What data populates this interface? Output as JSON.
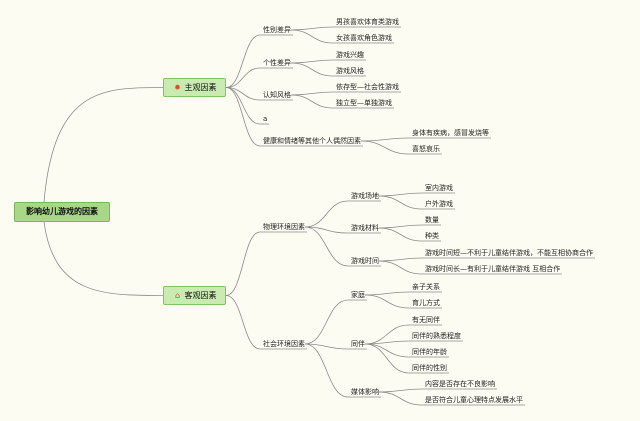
{
  "root": {
    "label": "影响幼儿游戏的因素"
  },
  "subjective": {
    "label": "主观因素",
    "icon": "fire-icon",
    "branches": [
      {
        "label": "性别差异",
        "items": [
          "男孩喜欢体育类游戏",
          "女孩喜欢角色游戏"
        ]
      },
      {
        "label": "个性差异",
        "items": [
          "游戏兴趣",
          "游戏风格"
        ]
      },
      {
        "label": "认知风格",
        "items": [
          "依存型—社会性游戏",
          "独立型—单独游戏"
        ]
      },
      {
        "label": "a",
        "items": []
      },
      {
        "label": "健康和情绪等其他个人偶然因素",
        "items": [
          "身体有疾病，感冒发烧等",
          "喜怒哀乐"
        ]
      }
    ]
  },
  "objective": {
    "label": "客观因素",
    "icon": "home-icon",
    "groups": [
      {
        "label": "物理环境因素",
        "branches": [
          {
            "label": "游戏场地",
            "items": [
              "室内游戏",
              "户外游戏"
            ]
          },
          {
            "label": "游戏材料",
            "items": [
              "数量",
              "种类"
            ]
          },
          {
            "label": "游戏时间",
            "items": [
              "游戏时间短—不利于儿童结伴游戏，不能互相协商合作",
              "游戏时间长—有利于儿童结伴游戏 互相合作"
            ]
          }
        ]
      },
      {
        "label": "社会环境因素",
        "branches": [
          {
            "label": "家庭",
            "items": [
              "亲子关系",
              "育儿方式"
            ]
          },
          {
            "label": "同伴",
            "items": [
              "有无同伴",
              "同伴的熟悉程度",
              "同伴的年龄",
              "同伴的性别"
            ]
          },
          {
            "label": "媒体影响",
            "items": [
              "内容是否存在不良影响",
              "是否符合儿童心理特点发展水平"
            ]
          }
        ]
      }
    ]
  }
}
